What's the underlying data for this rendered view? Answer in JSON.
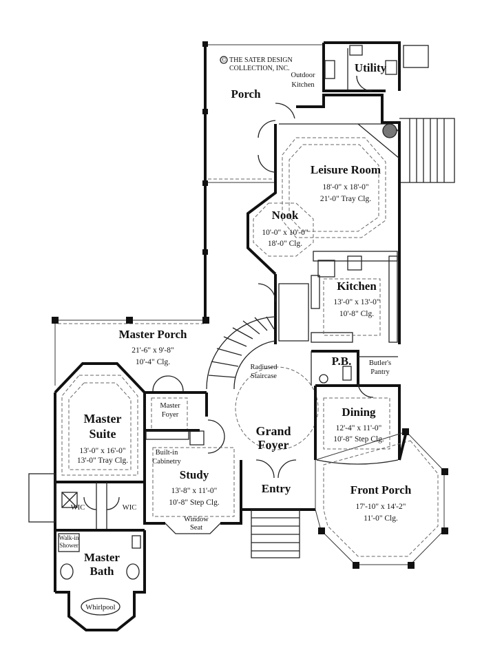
{
  "copyright": {
    "line1": "THE SATER DESIGN",
    "line2": "COLLECTION, INC.",
    "symbol": "©"
  },
  "rooms": {
    "porch": {
      "name": "Porch"
    },
    "outdoor_kitchen": {
      "line1": "Outdoor",
      "line2": "Kitchen"
    },
    "utility": {
      "name": "Utility"
    },
    "leisure": {
      "name": "Leisure Room",
      "size": "18'-0\" x 18'-0\"",
      "ceiling": "21'-0\" Tray Clg."
    },
    "nook": {
      "name": "Nook",
      "size": "10'-0\" x 10'-0\"",
      "ceiling": "18'-0\" Clg."
    },
    "kitchen": {
      "name": "Kitchen",
      "size": "13'-0\" x 13'-0\"",
      "ceiling": "10'-8\" Clg."
    },
    "master_porch": {
      "name": "Master Porch",
      "size": "21'-6\" x 9'-8\"",
      "ceiling": "10'-4\" Clg."
    },
    "staircase": {
      "line1": "Radiused",
      "line2": "Staircase"
    },
    "powder": {
      "name": "P.B."
    },
    "butlers": {
      "line1": "Butler's",
      "line2": "Pantry"
    },
    "master_suite": {
      "line1": "Master",
      "line2": "Suite",
      "size": "13'-0\" x 16'-0\"",
      "ceiling": "13'-0\" Tray Clg."
    },
    "master_foyer": {
      "line1": "Master",
      "line2": "Foyer"
    },
    "dining": {
      "name": "Dining",
      "size": "12'-4\" x 11'-0\"",
      "ceiling": "10'-8\" Step Clg."
    },
    "grand_foyer": {
      "line1": "Grand",
      "line2": "Foyer"
    },
    "cabinetry": {
      "line1": "Built-in",
      "line2": "Cabinetry"
    },
    "study": {
      "name": "Study",
      "size": "13'-8\" x 11'-0\"",
      "ceiling": "10'-8\" Step Clg."
    },
    "window_seat": {
      "line1": "Window",
      "line2": "Seat"
    },
    "entry": {
      "name": "Entry"
    },
    "front_porch": {
      "name": "Front Porch",
      "size": "17'-10\" x 14'-2\"",
      "ceiling": "11'-0\" Clg."
    },
    "wic_left": {
      "name": "WIC"
    },
    "wic_right": {
      "name": "WIC"
    },
    "shower": {
      "line1": "Walk-in",
      "line2": "Shower"
    },
    "master_bath": {
      "line1": "Master",
      "line2": "Bath"
    },
    "whirlpool": {
      "name": "Whirlpool"
    }
  }
}
